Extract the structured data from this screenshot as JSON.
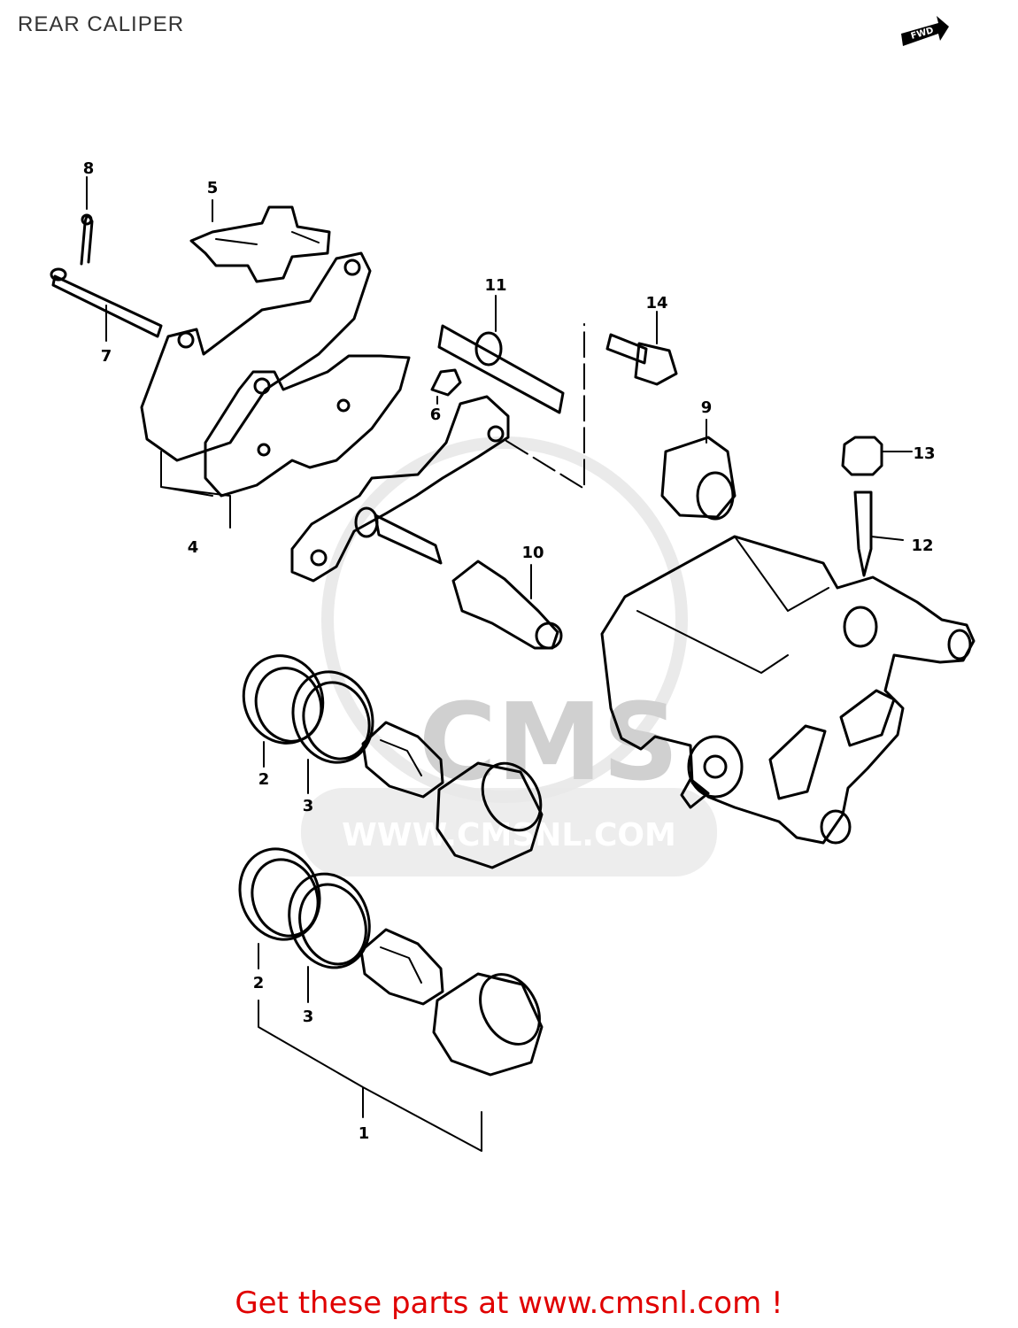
{
  "header": {
    "title": "REAR CALIPER"
  },
  "direction_arrow": {
    "label": "FWD"
  },
  "watermark": {
    "brand": "CMS",
    "url": "WWW.CMSNL.COM"
  },
  "callouts": {
    "c1": "1",
    "c2a": "2",
    "c2b": "2",
    "c3a": "3",
    "c3b": "3",
    "c4": "4",
    "c5": "5",
    "c6": "6",
    "c7": "7",
    "c8": "8",
    "c9": "9",
    "c10": "10",
    "c11": "11",
    "c12": "12",
    "c13": "13",
    "c14": "14"
  },
  "footer": {
    "link_text": "Get these parts at www.cmsnl.com !"
  },
  "colors": {
    "line": "#000000",
    "watermark": "#d0d0d0",
    "footer_link": "#e00000"
  }
}
